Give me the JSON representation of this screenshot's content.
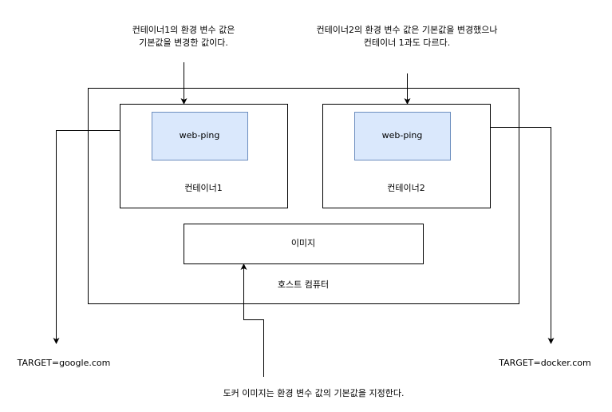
{
  "annotations": {
    "top_left": [
      "컨테이너1의 환경 변수 값은",
      "기본값을 변경한 값이다."
    ],
    "top_right": [
      "컨테이너2의 환경 변수 값은 기본값을 변경했으나",
      "컨테이너 1과도 다르다."
    ],
    "bottom": "도커 이미지는 환경 변수 값의 기본값을 지정한다."
  },
  "host": {
    "label": "호스트 컴퓨터"
  },
  "containers": [
    {
      "label": "컨테이너1",
      "app": "web-ping"
    },
    {
      "label": "컨테이너2",
      "app": "web-ping"
    }
  ],
  "image_box": {
    "label": "이미지"
  },
  "targets": {
    "left": "TARGET=google.com",
    "right": "TARGET=docker.com"
  },
  "colors": {
    "app_fill": "#dae8fc",
    "app_stroke": "#6c8ebf",
    "line": "#000000"
  }
}
